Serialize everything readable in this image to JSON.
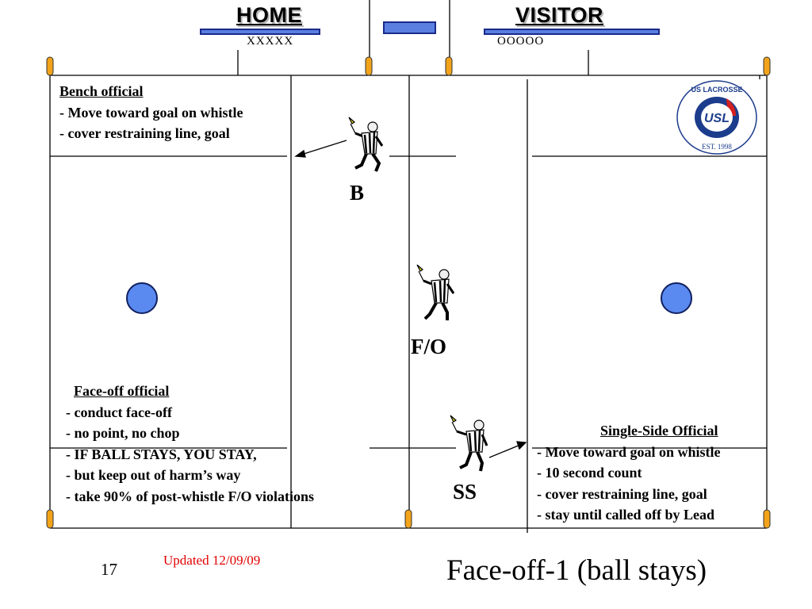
{
  "teams": {
    "home": {
      "label": "HOME",
      "marker": "XXXXX"
    },
    "visitor": {
      "label": "VISITOR",
      "marker": "OOOOO"
    }
  },
  "bench_box": {
    "title": "Bench official",
    "lines": [
      "- Move toward goal on whistle",
      "- cover restraining line, goal"
    ]
  },
  "faceoff_box": {
    "title": "Face-off official",
    "lines": [
      "- conduct face-off",
      "- no point, no chop",
      "- IF BALL STAYS, YOU STAY,",
      "- but keep out of harm’s way",
      "- take 90% of post-whistle F/O violations"
    ]
  },
  "single_side_box": {
    "title": "Single-Side Official",
    "lines": [
      "- Move toward goal on whistle",
      "- 10 second count",
      "- cover restraining line,  goal",
      "- stay until called off by Lead"
    ]
  },
  "officials": {
    "bench": "B",
    "faceoff": "F/O",
    "single_side": "SS"
  },
  "logo": {
    "top_text": "US LACROSSE",
    "mark": "USL",
    "bottom_text": "EST. 1998"
  },
  "footer": {
    "slide_number": "17",
    "updated": "Updated 12/09/09",
    "title": "Face-off-1 (ball stays)"
  },
  "colors": {
    "bars": "#5a7fe0",
    "balls": "#5a8af0",
    "updated_text": "#e00000",
    "flag": "#f2a31a"
  }
}
